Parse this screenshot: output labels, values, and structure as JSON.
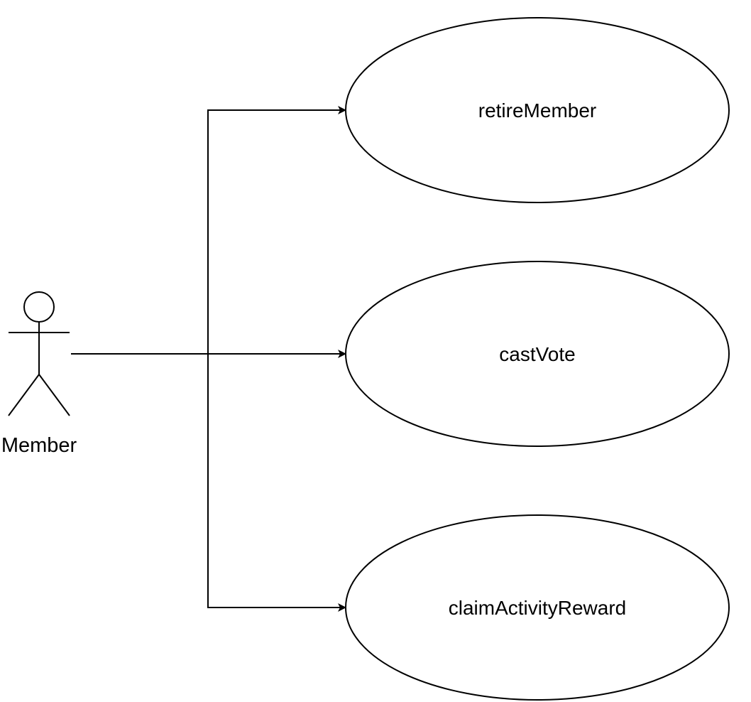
{
  "diagram": {
    "actor": {
      "label": "Member"
    },
    "use_cases": [
      {
        "id": "retire-member",
        "label": "retireMember"
      },
      {
        "id": "cast-vote",
        "label": "castVote"
      },
      {
        "id": "claim-activity-reward",
        "label": "claimActivityReward"
      }
    ],
    "connections": [
      {
        "from": "Member",
        "to": "retireMember"
      },
      {
        "from": "Member",
        "to": "castVote"
      },
      {
        "from": "Member",
        "to": "claimActivityReward"
      }
    ],
    "colors": {
      "stroke": "#000000",
      "fill": "#ffffff",
      "background": "#ffffff"
    }
  }
}
